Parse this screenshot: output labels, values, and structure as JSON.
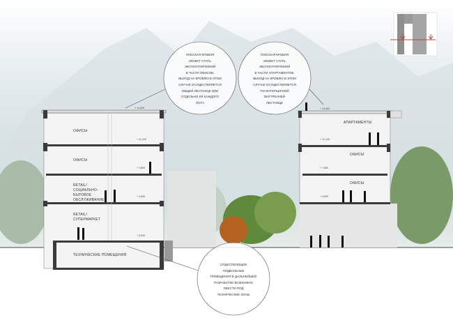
{
  "left_building": {
    "floors": [
      "ОФИСЫ",
      "ОФИСЫ",
      "RETAIL/\nСОЦИАЛЬНО-\nБЫТОВОЕ\nОБСЛУЖИВАНИЕ",
      "RETAIL/\nСУПЕРМАРКЕТ",
      "ТЕХНИЧЕСКИЕ ПОМЕЩЕНИЯ"
    ],
    "levels": [
      "+ 14,400",
      "+ 11,100",
      "+ 7,800",
      "+ 4,500",
      "+ 0,000"
    ]
  },
  "right_building": {
    "floors": [
      "АПАРТАМЕНТЫ",
      "ОФИСЫ",
      "ОФИСЫ"
    ],
    "levels": [
      "+ 14,400",
      "+ 11,100",
      "+ 7,800",
      "+ 4,500"
    ]
  },
  "callouts": {
    "roof_offices": "ПЛОСКАЯ КРОВЛЯ\nМОЖЕТ СТАТЬ\nЭКСПЛУАТИРУЕМОЙ\nВ ЧАСТИ ОФИСОВ.\nВЫХОД НА КРОВЛЮ В ЭТОМ\nСЛУЧАЕ ОСУЩЕСТВЛЯЕТСЯ\nОБЩЕЙ ЛЕСТНИЦЕ ИЛИ\nОТДЕЛЬНО ИЗ КАЖДОГО\nЛОТА",
    "roof_apartments": "ПЛОСКАЯ КРОВЛЯ\nМОЖЕТ СТАТЬ\nЭКСПЛУАТИРУЕМОЙ\nВ ЧАСТИ АПАРТАМЕНТОВ.\nВЫХОД НА КРОВЛЮ В ЭТОМ\nСЛУЧАЕ ОСУЩЕСТВЛЯЕТСЯ\nПО ИНТЕРЬЕРНОЙ\nВНУТРЕННЕЙ\nЛЕСТНИЦЕ",
    "basement": "СУЩЕСТВУЮЩИЕ\nПОДВАЛЬНЫЕ\nПОМЕЩЕНИЯ В ДАЛЬНЕЙШЕЙ\nРАЗРАБОТКЕ ВОЗМОЖНО\nОБЕСТИ ПОД\nТЕХНИЧЕСКИЕ ЗОНЫ"
  },
  "colors": {
    "section_cut": "#d23a3a",
    "slab": "#3a3a3a",
    "tree": "#5f8a3c",
    "sky": "#dfe7ea"
  }
}
